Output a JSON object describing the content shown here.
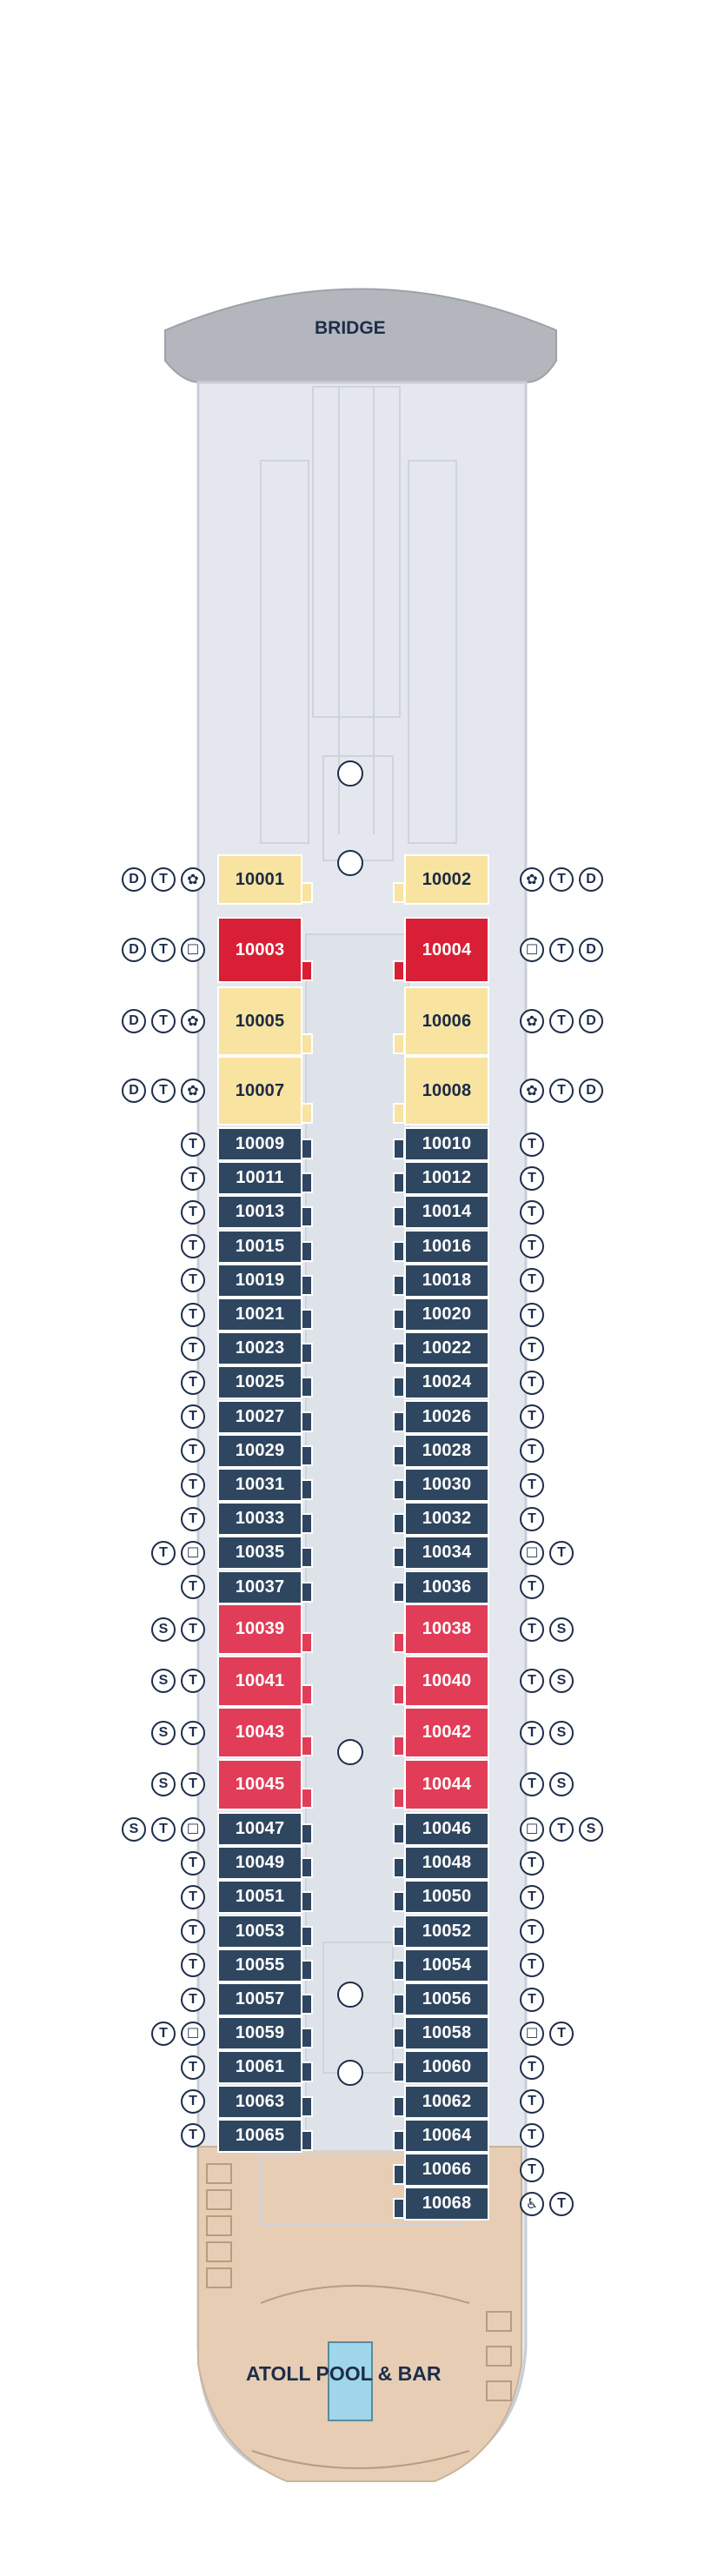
{
  "labels": {
    "bridge": "BRIDGE",
    "pool": "ATOLL POOL & BAR"
  },
  "colors": {
    "deck": "#e4e8ee",
    "outline": "#c9ced6",
    "bridge": "#b3b7bd",
    "std": "#2f4660",
    "suite_d": "#f8e3a1",
    "suite_r": "#d81f36",
    "pink": "#e13d58",
    "aft": "#e6cdb4",
    "icon": "#1d2d4a"
  },
  "icon_legend": {
    "D": "D",
    "T": "T",
    "S": "S",
    "bath": "bathtub-icon",
    "shower": "rain-shower-icon",
    "wheel": "wheelchair-icon"
  },
  "left_cabins": [
    {
      "n": "10001",
      "c": "suite-d",
      "icons": [
        "D",
        "T",
        "shower"
      ]
    },
    {
      "n": "10003",
      "c": "suite-r",
      "icons": [
        "D",
        "T",
        "bath"
      ]
    },
    {
      "n": "10005",
      "c": "suite-d",
      "icons": [
        "D",
        "T",
        "shower"
      ]
    },
    {
      "n": "10007",
      "c": "suite-d",
      "icons": [
        "D",
        "T",
        "shower"
      ]
    },
    {
      "n": "10009",
      "c": "std",
      "icons": [
        "T"
      ]
    },
    {
      "n": "10011",
      "c": "std",
      "icons": [
        "T"
      ]
    },
    {
      "n": "10013",
      "c": "std",
      "icons": [
        "T"
      ]
    },
    {
      "n": "10015",
      "c": "std",
      "icons": [
        "T"
      ]
    },
    {
      "n": "10019",
      "c": "std",
      "icons": [
        "T"
      ]
    },
    {
      "n": "10021",
      "c": "std",
      "icons": [
        "T"
      ]
    },
    {
      "n": "10023",
      "c": "std",
      "icons": [
        "T"
      ]
    },
    {
      "n": "10025",
      "c": "std",
      "icons": [
        "T"
      ]
    },
    {
      "n": "10027",
      "c": "std",
      "icons": [
        "T"
      ]
    },
    {
      "n": "10029",
      "c": "std",
      "icons": [
        "T"
      ]
    },
    {
      "n": "10031",
      "c": "std",
      "icons": [
        "T"
      ]
    },
    {
      "n": "10033",
      "c": "std",
      "icons": [
        "T"
      ]
    },
    {
      "n": "10035",
      "c": "std",
      "icons": [
        "T",
        "bath"
      ]
    },
    {
      "n": "10037",
      "c": "std",
      "icons": [
        "T"
      ]
    },
    {
      "n": "10039",
      "c": "pink",
      "icons": [
        "S",
        "T"
      ]
    },
    {
      "n": "10041",
      "c": "pink",
      "icons": [
        "S",
        "T"
      ]
    },
    {
      "n": "10043",
      "c": "pink",
      "icons": [
        "S",
        "T"
      ]
    },
    {
      "n": "10045",
      "c": "pink",
      "icons": [
        "S",
        "T"
      ]
    },
    {
      "n": "10047",
      "c": "std",
      "icons": [
        "S",
        "T",
        "bath"
      ]
    },
    {
      "n": "10049",
      "c": "std",
      "icons": [
        "T"
      ]
    },
    {
      "n": "10051",
      "c": "std",
      "icons": [
        "T"
      ]
    },
    {
      "n": "10053",
      "c": "std",
      "icons": [
        "T"
      ]
    },
    {
      "n": "10055",
      "c": "std",
      "icons": [
        "T"
      ]
    },
    {
      "n": "10057",
      "c": "std",
      "icons": [
        "T"
      ]
    },
    {
      "n": "10059",
      "c": "std",
      "icons": [
        "T",
        "bath"
      ]
    },
    {
      "n": "10061",
      "c": "std",
      "icons": [
        "T"
      ]
    },
    {
      "n": "10063",
      "c": "std",
      "icons": [
        "T"
      ]
    },
    {
      "n": "10065",
      "c": "std",
      "icons": [
        "T"
      ]
    }
  ],
  "right_cabins": [
    {
      "n": "10002",
      "c": "suite-d",
      "icons": [
        "shower",
        "T",
        "D"
      ]
    },
    {
      "n": "10004",
      "c": "suite-r",
      "icons": [
        "bath",
        "T",
        "D"
      ]
    },
    {
      "n": "10006",
      "c": "suite-d",
      "icons": [
        "shower",
        "T",
        "D"
      ]
    },
    {
      "n": "10008",
      "c": "suite-d",
      "icons": [
        "shower",
        "T",
        "D"
      ]
    },
    {
      "n": "10010",
      "c": "std",
      "icons": [
        "T"
      ]
    },
    {
      "n": "10012",
      "c": "std",
      "icons": [
        "T"
      ]
    },
    {
      "n": "10014",
      "c": "std",
      "icons": [
        "T"
      ]
    },
    {
      "n": "10016",
      "c": "std",
      "icons": [
        "T"
      ]
    },
    {
      "n": "10018",
      "c": "std",
      "icons": [
        "T"
      ]
    },
    {
      "n": "10020",
      "c": "std",
      "icons": [
        "T"
      ]
    },
    {
      "n": "10022",
      "c": "std",
      "icons": [
        "T"
      ]
    },
    {
      "n": "10024",
      "c": "std",
      "icons": [
        "T"
      ]
    },
    {
      "n": "10026",
      "c": "std",
      "icons": [
        "T"
      ]
    },
    {
      "n": "10028",
      "c": "std",
      "icons": [
        "T"
      ]
    },
    {
      "n": "10030",
      "c": "std",
      "icons": [
        "T"
      ]
    },
    {
      "n": "10032",
      "c": "std",
      "icons": [
        "T"
      ]
    },
    {
      "n": "10034",
      "c": "std",
      "icons": [
        "bath",
        "T"
      ]
    },
    {
      "n": "10036",
      "c": "std",
      "icons": [
        "T"
      ]
    },
    {
      "n": "10038",
      "c": "pink",
      "icons": [
        "T",
        "S"
      ]
    },
    {
      "n": "10040",
      "c": "pink",
      "icons": [
        "T",
        "S"
      ]
    },
    {
      "n": "10042",
      "c": "pink",
      "icons": [
        "T",
        "S"
      ]
    },
    {
      "n": "10044",
      "c": "pink",
      "icons": [
        "T",
        "S"
      ]
    },
    {
      "n": "10046",
      "c": "std",
      "icons": [
        "bath",
        "T",
        "S"
      ]
    },
    {
      "n": "10048",
      "c": "std",
      "icons": [
        "T"
      ]
    },
    {
      "n": "10050",
      "c": "std",
      "icons": [
        "T"
      ]
    },
    {
      "n": "10052",
      "c": "std",
      "icons": [
        "T"
      ]
    },
    {
      "n": "10054",
      "c": "std",
      "icons": [
        "T"
      ]
    },
    {
      "n": "10056",
      "c": "std",
      "icons": [
        "T"
      ]
    },
    {
      "n": "10058",
      "c": "std",
      "icons": [
        "bath",
        "T"
      ]
    },
    {
      "n": "10060",
      "c": "std",
      "icons": [
        "T"
      ]
    },
    {
      "n": "10062",
      "c": "std",
      "icons": [
        "T"
      ]
    },
    {
      "n": "10064",
      "c": "std",
      "icons": [
        "T"
      ]
    },
    {
      "n": "10066",
      "c": "std",
      "icons": [
        "T"
      ]
    },
    {
      "n": "10068",
      "c": "std",
      "icons": [
        "wheel",
        "T"
      ]
    }
  ]
}
